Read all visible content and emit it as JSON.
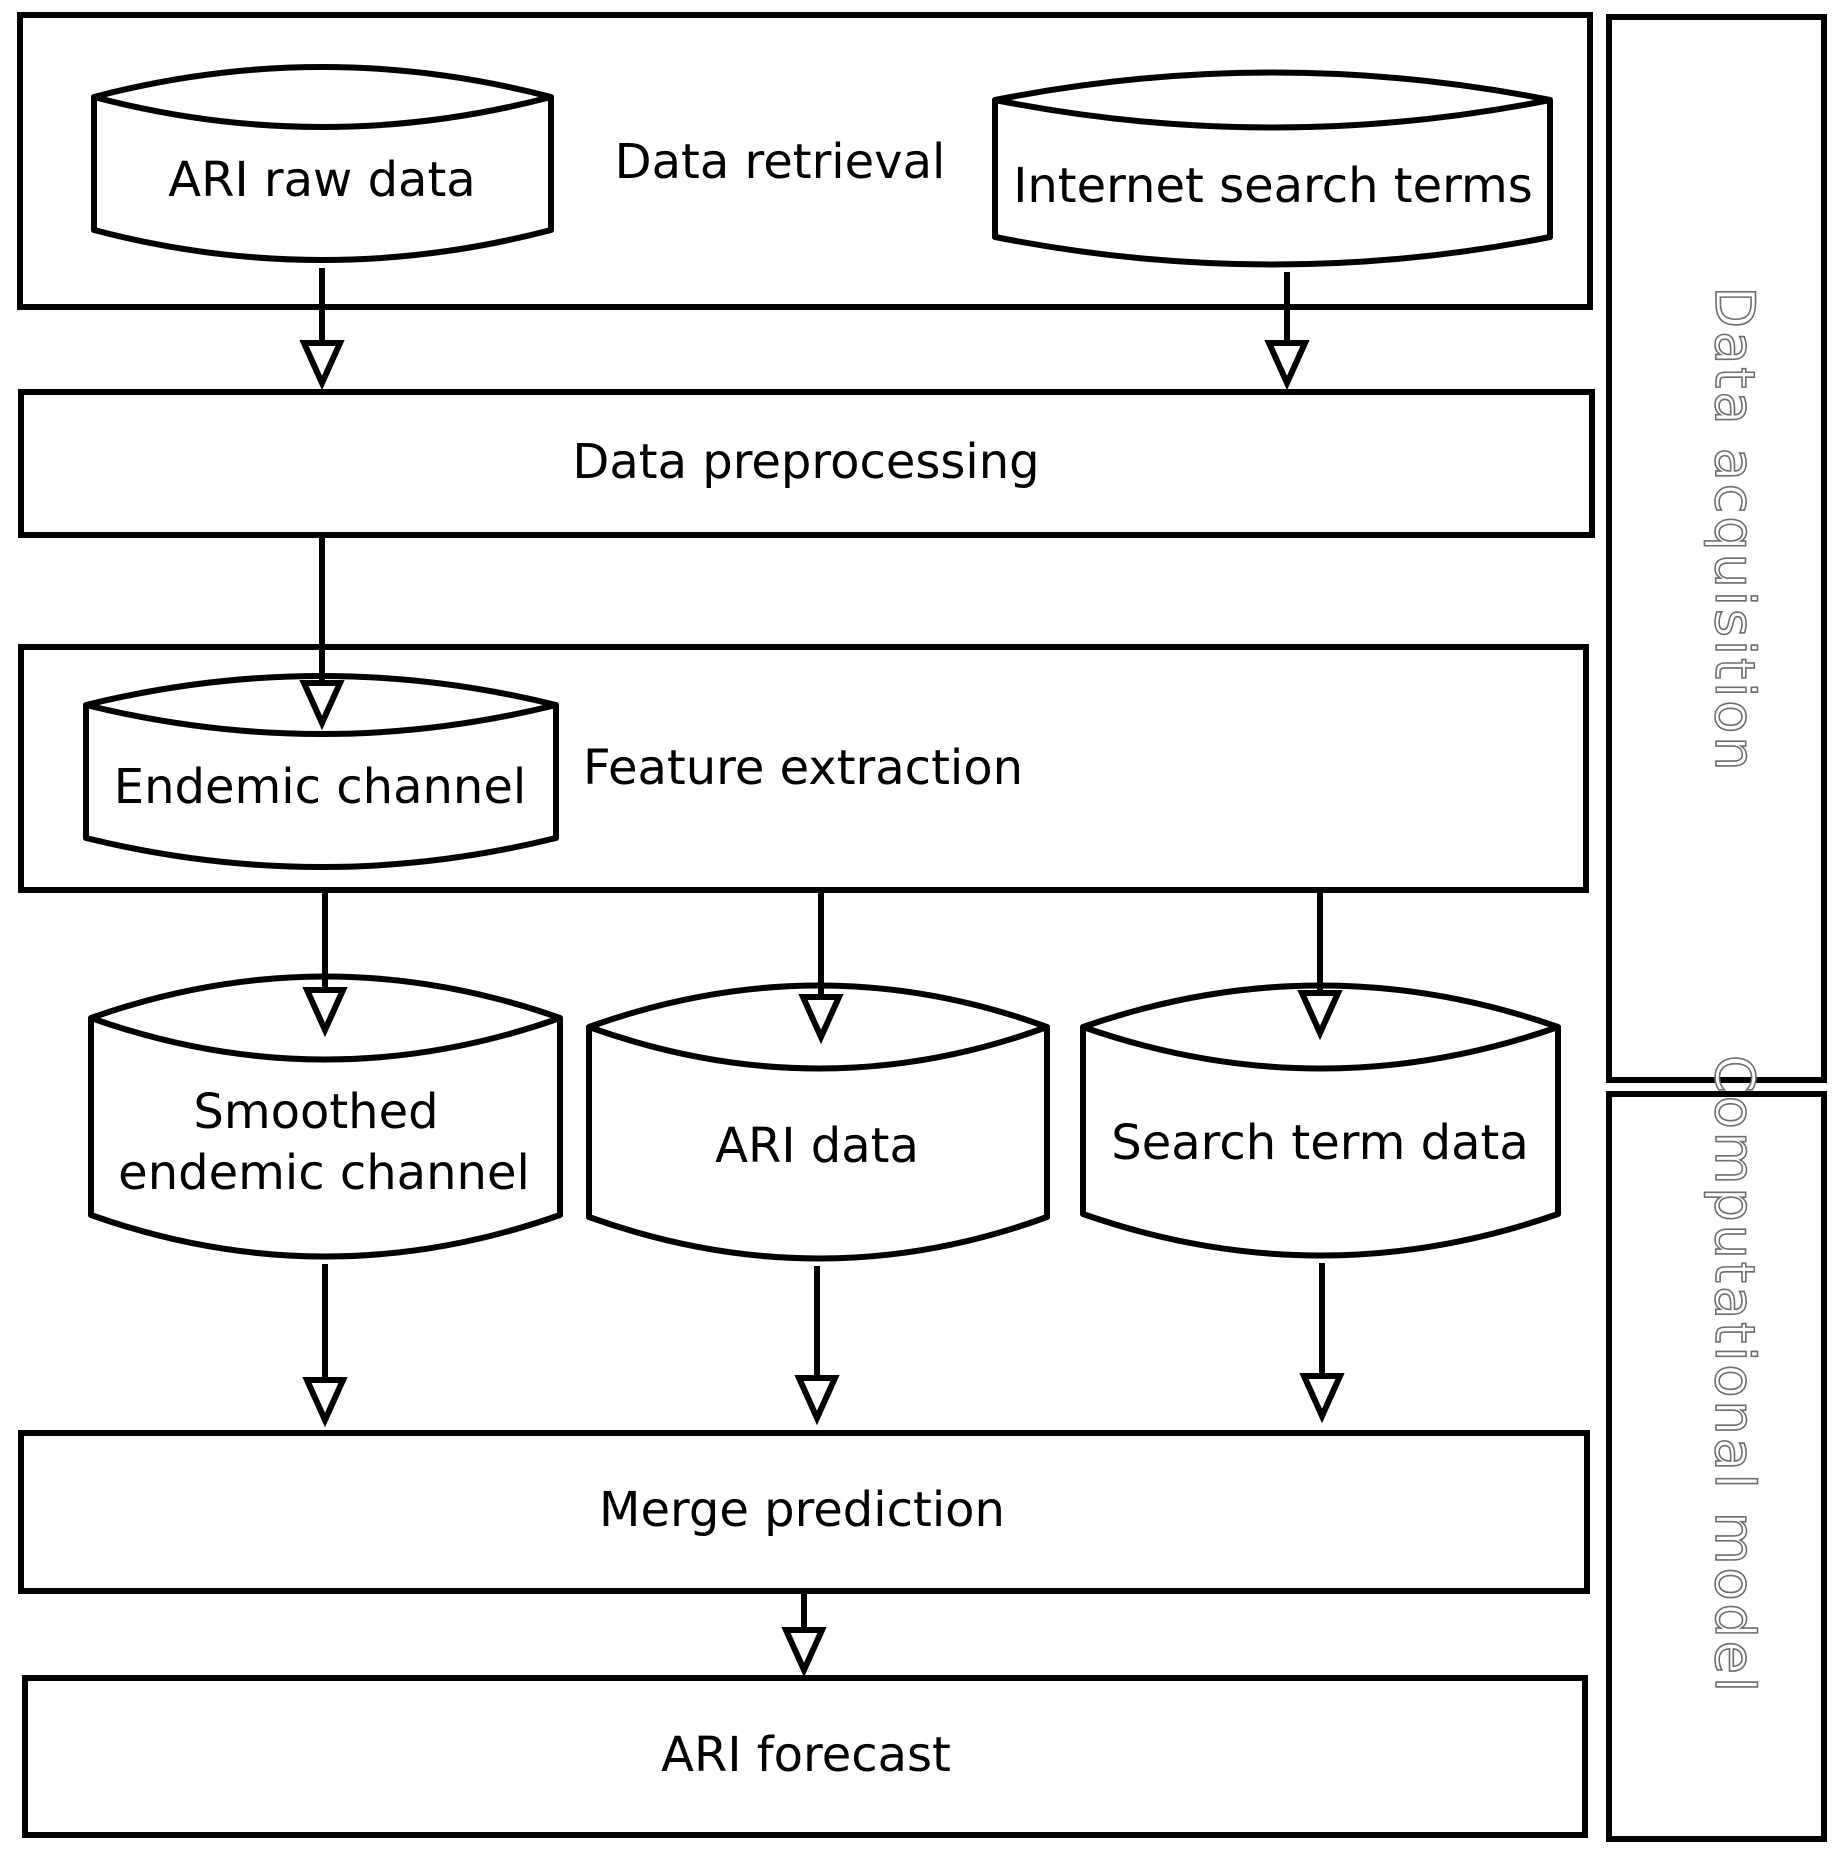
{
  "diagram": {
    "stages": {
      "data_retrieval": "Data retrieval",
      "data_preprocessing": "Data preprocessing",
      "feature_extraction": "Feature extraction",
      "merge_prediction": "Merge prediction",
      "ari_forecast": "ARI forecast"
    },
    "data_stores": {
      "ari_raw_data": "ARI raw data",
      "internet_search_terms": "Internet search terms",
      "endemic_channel": "Endemic channel",
      "smoothed_endemic_channel_line1": "Smoothed",
      "smoothed_endemic_channel_line2": "endemic channel",
      "ari_data": "ARI data",
      "search_term_data": "Search term data"
    },
    "side_panels": {
      "data_acquisition": "Data acquisition",
      "computational_model": "Computational model"
    },
    "edges": [
      {
        "from": "ARI raw data",
        "to": "Data preprocessing"
      },
      {
        "from": "Internet search terms",
        "to": "Data preprocessing"
      },
      {
        "from": "Data preprocessing",
        "to": "Endemic channel"
      },
      {
        "from": "Feature extraction",
        "to": "Smoothed endemic channel"
      },
      {
        "from": "Feature extraction",
        "to": "ARI data"
      },
      {
        "from": "Feature extraction",
        "to": "Search term data"
      },
      {
        "from": "Smoothed endemic channel",
        "to": "Merge prediction"
      },
      {
        "from": "ARI data",
        "to": "Merge prediction"
      },
      {
        "from": "Search term data",
        "to": "Merge prediction"
      },
      {
        "from": "Merge prediction",
        "to": "ARI forecast"
      }
    ]
  }
}
